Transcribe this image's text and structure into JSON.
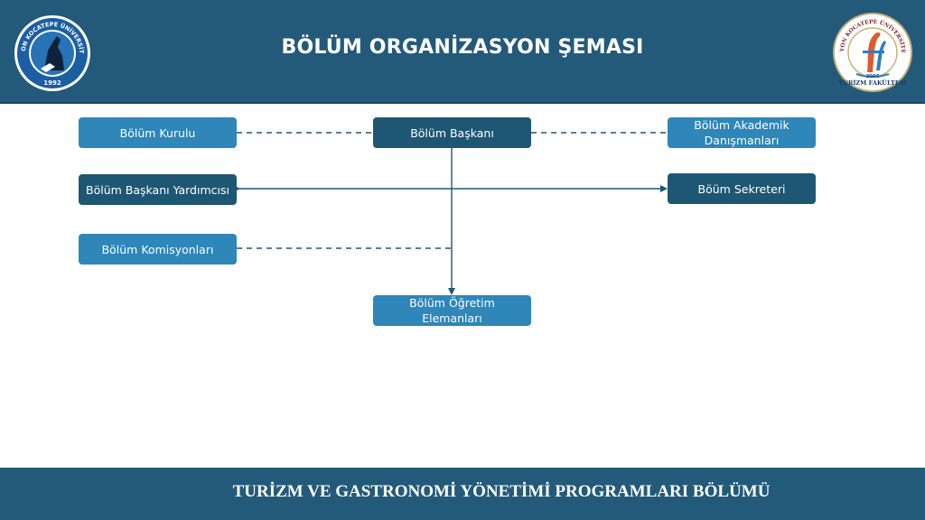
{
  "header": {
    "title": "BÖLÜM ORGANİZASYON ŞEMASI",
    "left_logo": {
      "icon": "afyon-kocatepe-universitesi-seal",
      "text": "AFYON KOCATEPE ÜNİVERSİTESİ",
      "year": "1992"
    },
    "right_logo": {
      "icon": "turizm-fakultesi-seal",
      "text_top": "AFYON KOCATEPE ÜNİVERSİTESİ",
      "text_bottom": "TURİZM FAKÜLTESİ",
      "year": "2005"
    }
  },
  "org": {
    "head": "Bölüm Başkanı",
    "board": "Bölüm Kurulu",
    "advisors": "Bölüm Akademik Danışmanları",
    "deputy": "Bölüm Başkanı Yardımcısı",
    "secretary": "Böüm Sekreteri",
    "commissions": "Bölüm Komisyonları",
    "staff": "Bölüm Öğretim Elemanları"
  },
  "colors": {
    "header": "#235a7a",
    "box_light": "#2e86b9",
    "box_dark": "#1e5773",
    "line": "#1e5773"
  },
  "footer": {
    "text": "TURİZM VE GASTRONOMİ YÖNETİMİ PROGRAMLARI BÖLÜMÜ"
  }
}
